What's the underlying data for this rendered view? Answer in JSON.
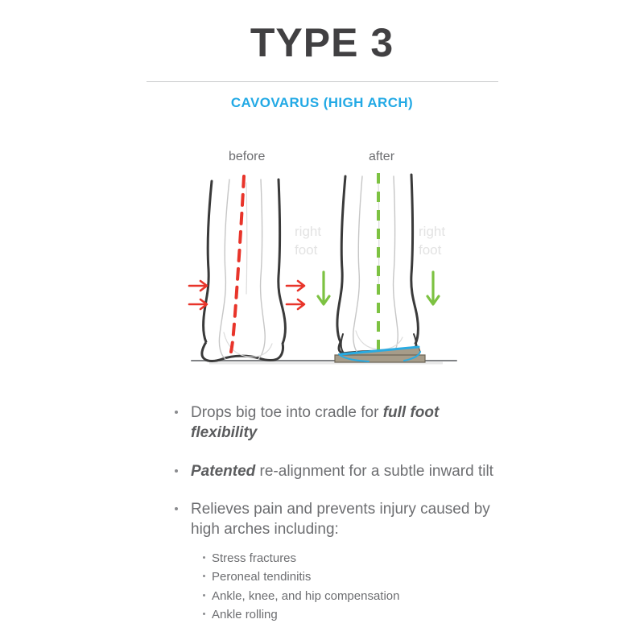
{
  "header": {
    "title": "TYPE 3",
    "subtitle": "CAVOVARUS (HIGH ARCH)",
    "title_color": "#414042",
    "subtitle_color": "#22a9e5",
    "divider_color": "#c9cacc"
  },
  "illustration": {
    "before_label": "before",
    "after_label": "after",
    "right_foot_label_before": "right\nfoot",
    "right_foot_label_after": "right\nfoot",
    "right_foot_line1": "right",
    "right_foot_line2": "foot",
    "colors": {
      "outline": "#3a3a3a",
      "inner_line": "#b9b9b9",
      "misalignment_axis": "#e8342a",
      "aligned_axis": "#7dc242",
      "pressure_arrows": "#e8342a",
      "load_arrows": "#7dc242",
      "orthotic_body": "#a69c89",
      "orthotic_top_edge": "#29abe2",
      "ground_line": "#808285",
      "right_foot_text": "#e3e3e3"
    },
    "before": {
      "axis_state": "tilted-outward",
      "arrow_count_left": 2,
      "arrow_count_right": 2,
      "arrow_direction": "outward-horizontal",
      "has_orthotic": false
    },
    "after": {
      "axis_state": "vertical-aligned",
      "arrow_count_left": 1,
      "arrow_count_right": 1,
      "arrow_direction": "downward-vertical",
      "has_orthotic": true
    }
  },
  "bullets": [
    {
      "parts": [
        {
          "text": "Drops big toe into cradle for ",
          "bold": false
        },
        {
          "text": "full foot flexibility",
          "bold": true
        }
      ]
    },
    {
      "parts": [
        {
          "text": "Patented",
          "bold": true
        },
        {
          "text": " re-alignment for a subtle inward tilt",
          "bold": false
        }
      ]
    },
    {
      "parts": [
        {
          "text": "Relieves pain and prevents injury caused by high arches including:",
          "bold": false
        }
      ]
    }
  ],
  "sublist": [
    "Stress fractures",
    "Peroneal tendinitis",
    "Ankle, knee, and hip compensation",
    "Ankle rolling"
  ]
}
